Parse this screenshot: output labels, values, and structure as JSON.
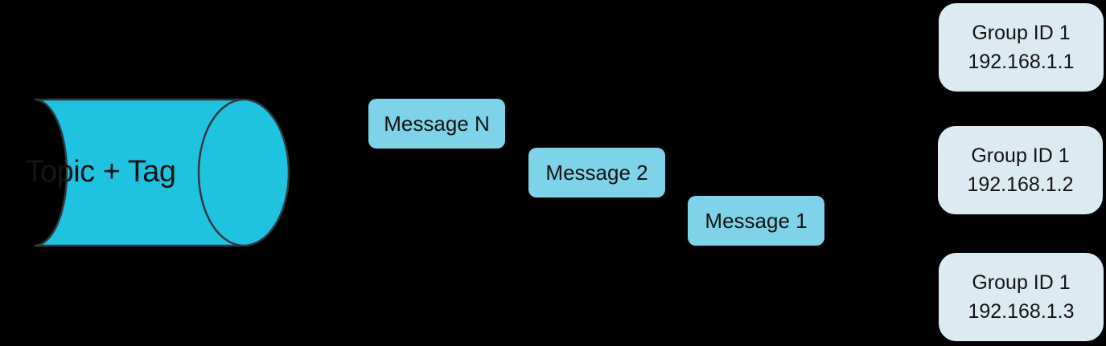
{
  "diagram": {
    "topic": {
      "label": "Topic + Tag"
    },
    "messages": [
      {
        "label": "Message N"
      },
      {
        "label": "Message 2"
      },
      {
        "label": "Message 1"
      }
    ],
    "groups": [
      {
        "line1": "Group ID 1",
        "line2": "192.168.1.1"
      },
      {
        "line1": "Group ID 1",
        "line2": "192.168.1.2"
      },
      {
        "line1": "Group ID 1",
        "line2": "192.168.1.3"
      }
    ]
  },
  "colors": {
    "background": "#000000",
    "cylinder-fill": "#1FC2DF",
    "shape-stroke": "#30393F",
    "message-fill": "#7ED3E8",
    "group-fill": "#DCEAF2",
    "text": "#141414"
  }
}
